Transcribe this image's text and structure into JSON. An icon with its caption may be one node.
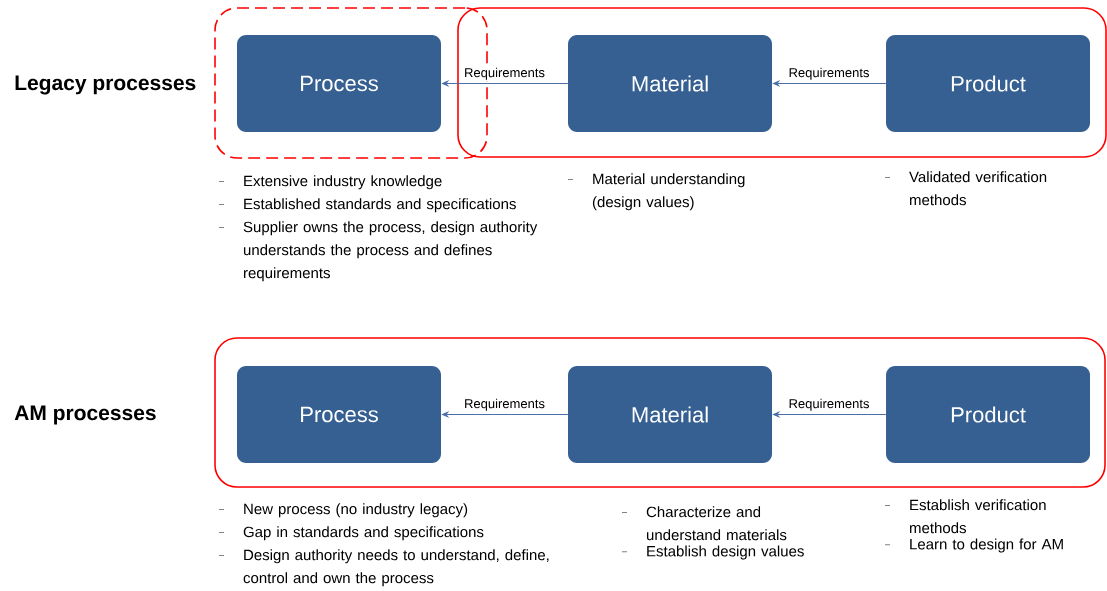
{
  "diagram": {
    "nodes": [
      {
        "text": [],
        "shape": "box"
      },
      {
        "text": [],
        "shape": "box"
      },
      {
        "text": [
          "Process"
        ],
        "in": 0,
        "beside": [
          "Extensive industry knowledge",
          "Established standards and specifications",
          "Supplier owns the process, design authority understands the process and defines requirements"
        ]
      },
      {
        "text": [
          "Material"
        ],
        "in": 1,
        "beside": [
          "Material understanding (design values)"
        ]
      },
      {
        "text": [
          "Product"
        ],
        "in": 1,
        "beside": [
          "Validated verification methods"
        ]
      },
      {
        "text": [],
        "shape": "box"
      },
      {
        "text": [
          "Process"
        ],
        "in": 5,
        "beside": [
          "New process (no industry legacy)",
          "Gap in standards and specifications",
          "Design authority needs to understand, define, control and own the process"
        ]
      },
      {
        "text": [
          "Material"
        ],
        "in": 5,
        "beside": [
          "Characterize and understand materials",
          "Establish design values"
        ]
      },
      {
        "text": [
          "Product"
        ],
        "in": 5,
        "beside": [
          "Establish verification methods",
          "Learn to design for AM"
        ]
      }
    ],
    "edges": [
      {
        "from": 3,
        "to": 2,
        "arrow": "to",
        "label": "Requirements"
      },
      {
        "from": 4,
        "to": 3,
        "arrow": "to",
        "label": "Requirements"
      },
      {
        "from": 7,
        "to": 6,
        "arrow": "to",
        "label": "Requirements"
      },
      {
        "from": 8,
        "to": 7,
        "arrow": "to",
        "label": "Requirements"
      }
    ],
    "labels": [
      "Legacy processes",
      "AM processes"
    ]
  }
}
